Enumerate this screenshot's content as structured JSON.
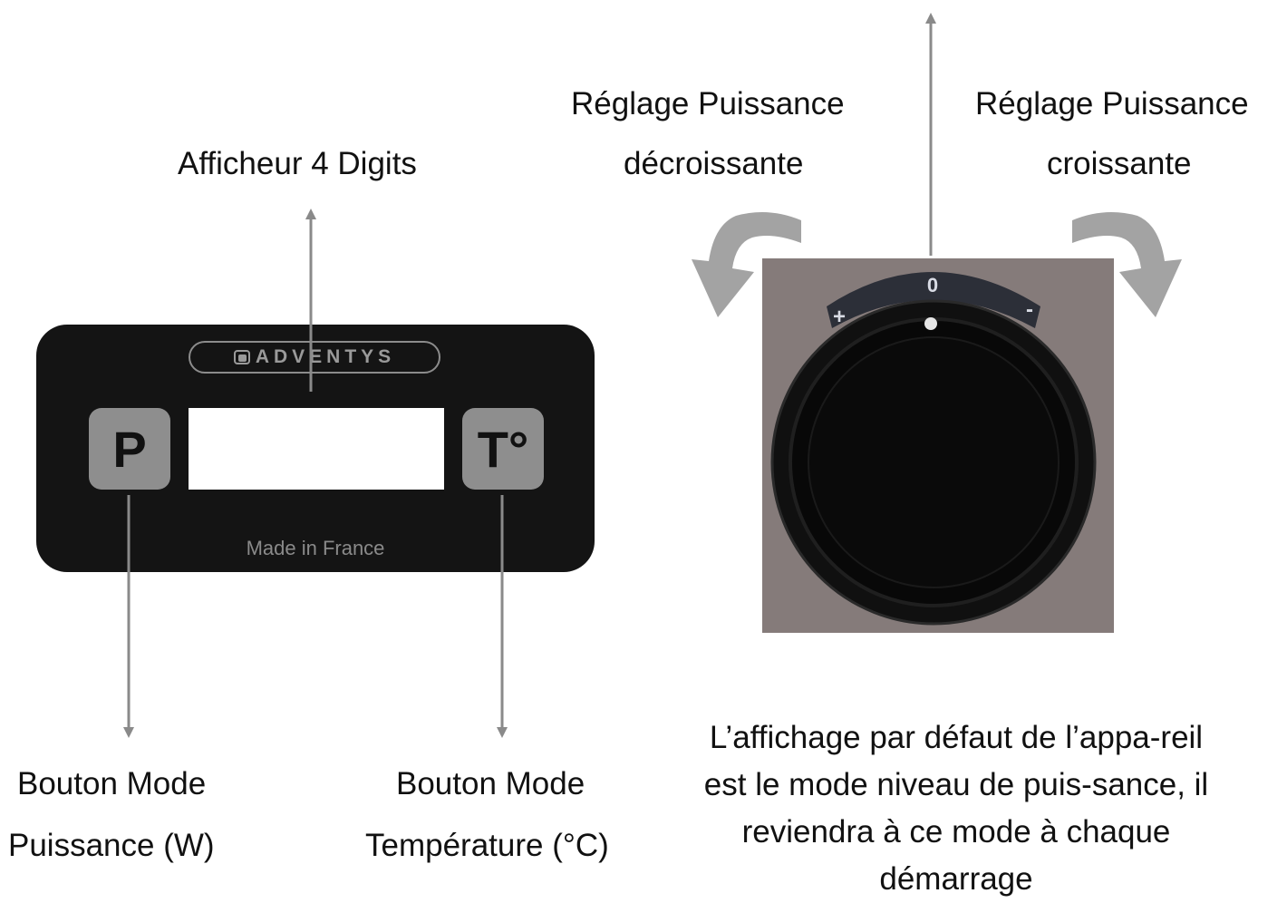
{
  "labels": {
    "display": "Afficheur 4 Digits",
    "power_decrease": [
      "Réglage Puissance",
      "décroissante"
    ],
    "power_increase": [
      "Réglage Puissance",
      "croissante"
    ],
    "power_button": [
      "Bouton Mode",
      "Puissance (W)"
    ],
    "temp_button": [
      "Bouton Mode",
      "Température (°C)"
    ],
    "note": "L’affichage par défaut de l’appa-reil est le mode niveau de puis-sance, il reviendra à ce mode à chaque démarrage"
  },
  "panel": {
    "brand": "ADVENTYS",
    "power_key": "P",
    "temp_key": "T°",
    "made_in": "Made in France"
  },
  "knob": {
    "zero": "0",
    "plus": "+",
    "minus": "-"
  },
  "colors": {
    "panel": "#141414",
    "key": "#8e8e8e",
    "arrow": "#8a8a8a",
    "photo_bg": "#857b7a",
    "knob": "#0c0c0c"
  }
}
